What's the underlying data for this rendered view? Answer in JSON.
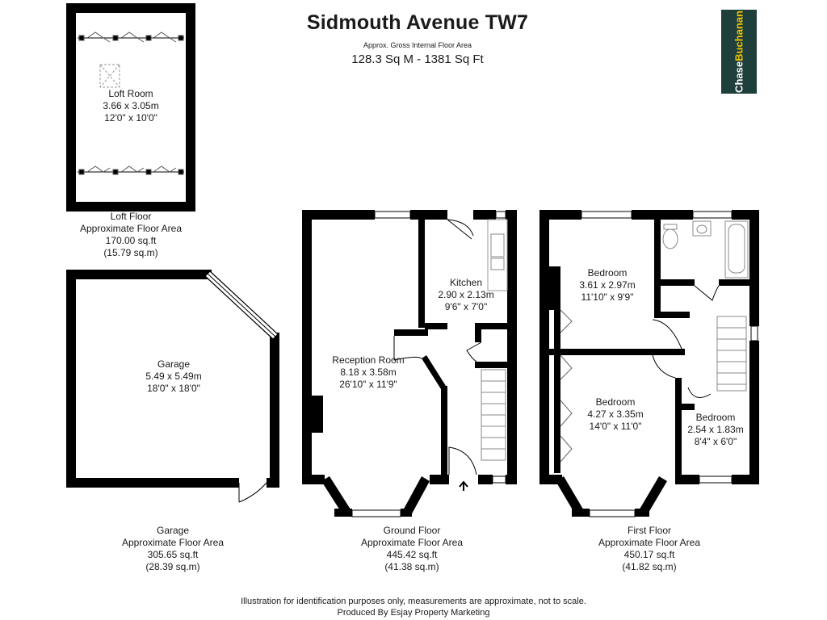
{
  "header": {
    "title": "Sidmouth Avenue TW7",
    "subtitle": "Approx. Gross Internal Floor Area",
    "total_area": "128.3 Sq M - 1381 Sq Ft"
  },
  "logo": {
    "part1": "Chase",
    "part2": "Buchanan",
    "colors": {
      "background": "#1f3f3c",
      "accent": "#f2c300"
    }
  },
  "rooms": {
    "loft_room": {
      "name": "Loft Room",
      "metric": "3.66 x 3.05m",
      "imperial": "12'0\" x 10'0\""
    },
    "garage": {
      "name": "Garage",
      "metric": "5.49 x 5.49m",
      "imperial": "18'0\" x 18'0\""
    },
    "kitchen": {
      "name": "Kitchen",
      "metric": "2.90 x 2.13m",
      "imperial": "9'6\" x 7'0\""
    },
    "reception": {
      "name": "Reception Room",
      "metric": "8.18 x 3.58m",
      "imperial": "26'10\" x 11'9\""
    },
    "bedroom1": {
      "name": "Bedroom",
      "metric": "3.61 x 2.97m",
      "imperial": "11'10\" x 9'9\""
    },
    "bedroom2": {
      "name": "Bedroom",
      "metric": "4.27 x 3.35m",
      "imperial": "14'0\" x 11'0\""
    },
    "bedroom3": {
      "name": "Bedroom",
      "metric": "2.54 x 1.83m",
      "imperial": "8'4\" x 6'0\""
    }
  },
  "floors": {
    "loft": {
      "name": "Loft Floor",
      "caption": "Approximate Floor Area",
      "sqft": "170.00 sq.ft",
      "sqm": "(15.79 sq.m)"
    },
    "garage": {
      "name": "Garage",
      "caption": "Approximate Floor Area",
      "sqft": "305.65 sq.ft",
      "sqm": "(28.39 sq.m)"
    },
    "ground": {
      "name": "Ground Floor",
      "caption": "Approximate Floor Area",
      "sqft": "445.42 sq.ft",
      "sqm": "(41.38 sq.m)"
    },
    "first": {
      "name": "First Floor",
      "caption": "Approximate Floor Area",
      "sqft": "450.17 sq.ft",
      "sqm": "(41.82 sq.m)"
    }
  },
  "footer": {
    "disclaimer": "Illustration for identification purposes only, measurements are approximate, not to scale.",
    "credit": "Produced By Esjay Property Marketing"
  }
}
